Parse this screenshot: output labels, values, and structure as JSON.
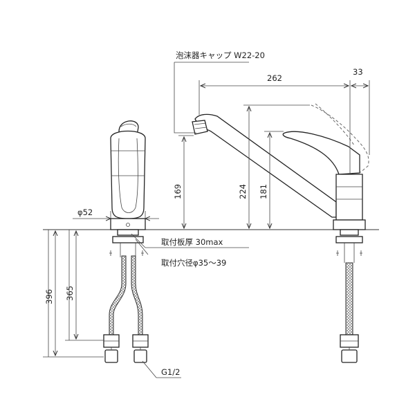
{
  "labels": {
    "aerator_cap": "泡沫器キャップ W22-20",
    "mount_plate_thickness": "取付板厚 30max",
    "mount_hole_diameter": "取付穴径φ35～39",
    "thread": "G1/2",
    "base_diameter": "φ52"
  },
  "dimensions": {
    "spout_reach": "262",
    "handle_offset": "33",
    "aerator_height": "169",
    "handle_height": "224",
    "spout_body_height": "181",
    "total_below": "396",
    "hose_below": "365"
  },
  "colors": {
    "line": "#333333",
    "background": "#ffffff"
  }
}
